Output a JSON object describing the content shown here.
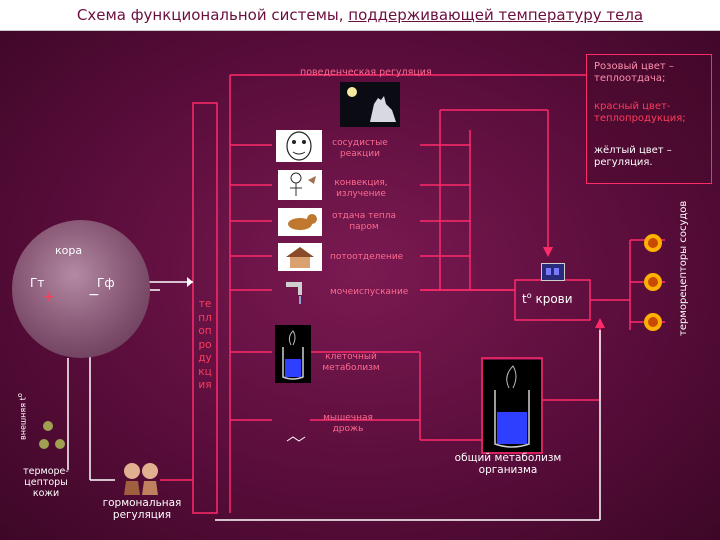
{
  "title": {
    "prefix": "Схема функциональной системы,",
    "underlined": "поддерживающей температуру тела"
  },
  "legend": {
    "pink": "Розовый цвет – теплоотдача;",
    "red": "красный цвет- теплопродукция;",
    "yellow": "жёлтый цвет – регуляция."
  },
  "reactions": {
    "behavioral": "поведенческая регуляция",
    "vascular": "сосудистые реакции",
    "convection": "конвекция, излучение",
    "evaporation": "отдача тепла паром",
    "sweating": "потоотделение",
    "urination": "мочеиспускание",
    "cell_metabolism": "клеточный метаболизм",
    "shivering": "мышечная дрожь"
  },
  "brain": {
    "cortex": "кора",
    "gt": "Гт",
    "gf": "Гф",
    "plus": "+",
    "minus": "−"
  },
  "column": {
    "heat_production": "теплопродукция"
  },
  "blood": {
    "t_symbol": "t",
    "degree": "о",
    "label": "крови"
  },
  "bottom": {
    "hormonal": "гормональная регуляция",
    "metabolism": "общий метаболизм организма",
    "skin_receptors": "терморе-цепторы кожи",
    "external_t": "внешняя t",
    "external_deg": "о",
    "vessel_receptors": "терморецепторы сосудов"
  },
  "colors": {
    "wire_pink": "#ff2a6a",
    "wire_white": "#ffffff",
    "label_pink": "#ff6a8e",
    "background": "#5a0d3b"
  }
}
